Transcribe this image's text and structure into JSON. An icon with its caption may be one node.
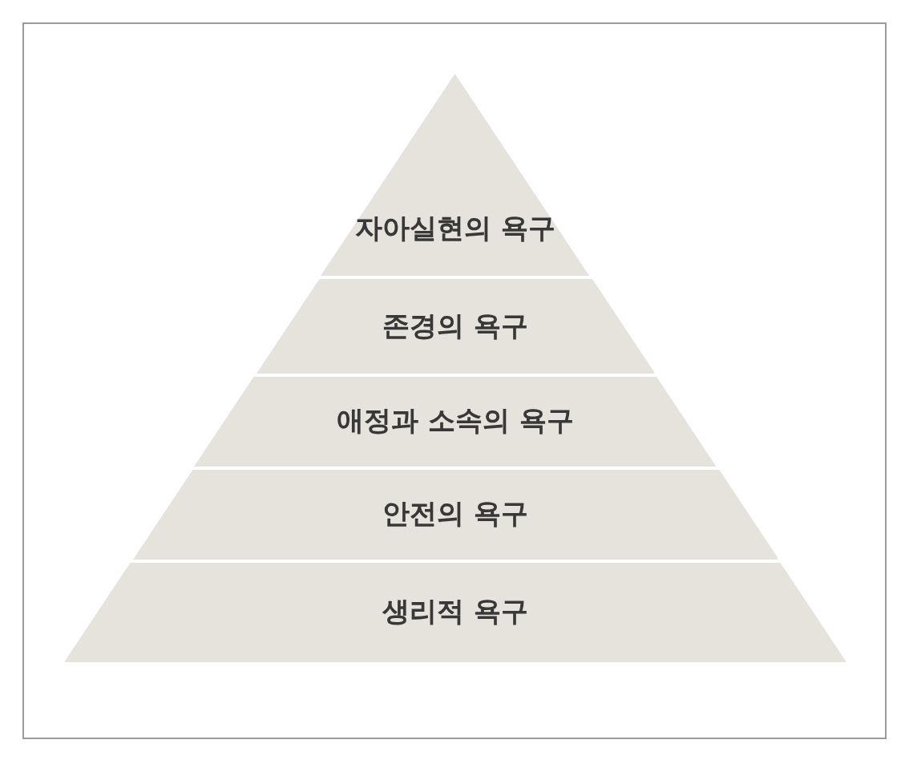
{
  "diagram": {
    "nodes": [
      {
        "text": [
          "자아실현의 욕구"
        ]
      },
      {
        "text": [
          "존경의 욕구"
        ]
      },
      {
        "text": [
          "애정과 소속의 욕구"
        ]
      },
      {
        "text": [
          "안전의 욕구"
        ]
      },
      {
        "text": [
          "생리적 욕구"
        ]
      }
    ]
  }
}
